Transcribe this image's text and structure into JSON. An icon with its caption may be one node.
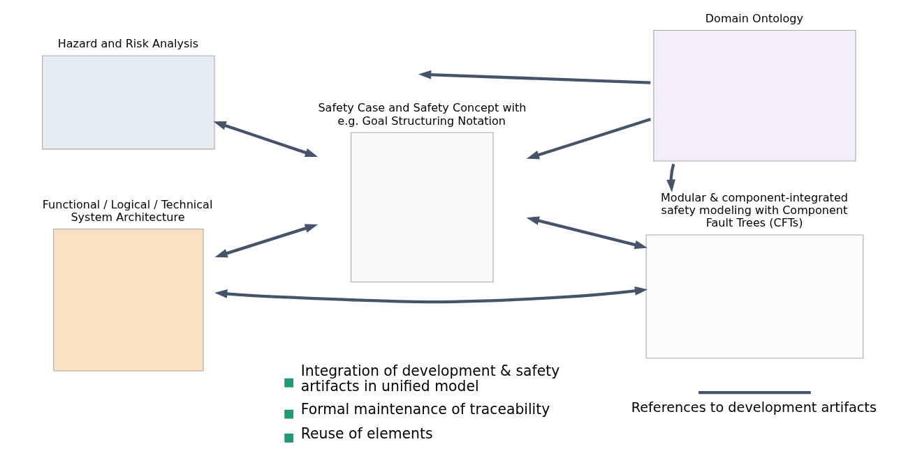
{
  "diagram": {
    "nodes": [
      {
        "text": [
          "Hazard and Risk Analysis"
        ]
      },
      {
        "text": [
          "Safety Case and Safety Concept with e.g. Goal Structuring Notation"
        ]
      },
      {
        "text": [
          "Domain Ontology"
        ]
      },
      {
        "text": [
          "Functional / Logical / Technical System Architecture"
        ]
      },
      {
        "text": [
          "Modular & component-integrated safety modeling with Component Fault Trees (CFTs)"
        ]
      }
    ],
    "edges": [
      {
        "from": 0,
        "to": 1,
        "arrow": "both"
      },
      {
        "from": 2,
        "to": 1,
        "arrow": "to"
      },
      {
        "from": 2,
        "to": null,
        "arrow": "to"
      },
      {
        "from": 2,
        "to": 4,
        "arrow": "to"
      },
      {
        "from": 3,
        "to": 1,
        "arrow": "both"
      },
      {
        "from": 1,
        "to": 4,
        "arrow": "both"
      },
      {
        "from": 3,
        "to": 4,
        "arrow": "both"
      }
    ],
    "labels": [
      "Integration of development & safety artifacts in unified model",
      "Formal maintenance of traceability",
      "Reuse of elements"
    ],
    "legend": [
      {
        "text": "References to development artifacts"
      }
    ]
  }
}
